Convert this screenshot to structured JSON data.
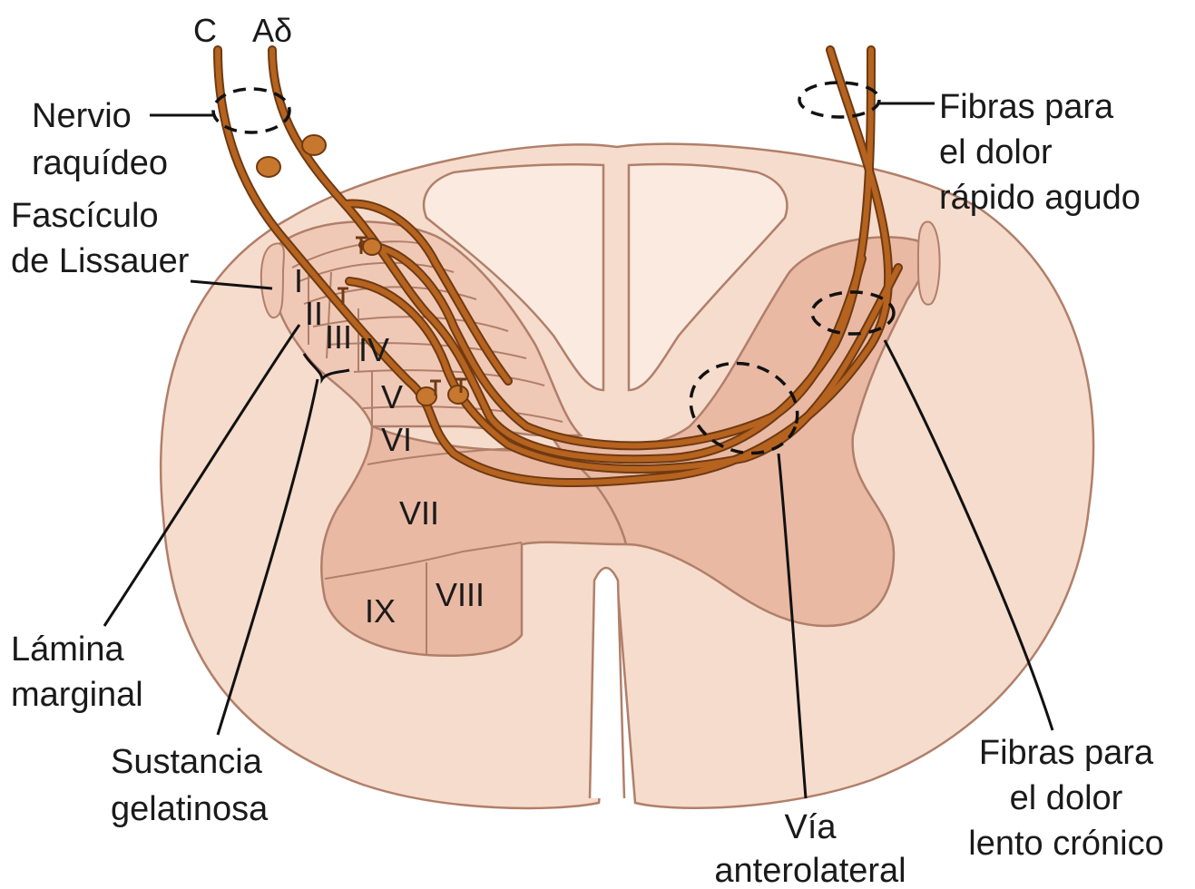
{
  "colors": {
    "white_matter": "#f6dccc",
    "gray_matter": "#e9b9a4",
    "dorsal_light": "#f0c9b6",
    "dorsal_column": "#fbeae0",
    "outline": "#b07f6a",
    "fiber": "#b5631f",
    "fiber_edge": "#6e3a12",
    "pointer": "#111111"
  },
  "fiber_headers": {
    "c": "C",
    "a_delta": "Aδ"
  },
  "labels": {
    "nervio": [
      "Nervio",
      "raquídeo"
    ],
    "fasciculo": [
      "Fascículo",
      "de Lissauer"
    ],
    "lamina_marginal": [
      "Lámina",
      "marginal"
    ],
    "sustancia": [
      "Sustancia",
      "gelatinosa"
    ],
    "via": [
      "Vía",
      "anterolateral"
    ],
    "fibras_rapido": [
      "Fibras para",
      "el dolor",
      "rápido agudo"
    ],
    "fibras_lento": [
      "Fibras para",
      "el dolor",
      "lento crónico"
    ]
  },
  "laminae": [
    "I",
    "II",
    "III",
    "IV",
    "V",
    "VI",
    "VII",
    "VIII",
    "IX"
  ]
}
